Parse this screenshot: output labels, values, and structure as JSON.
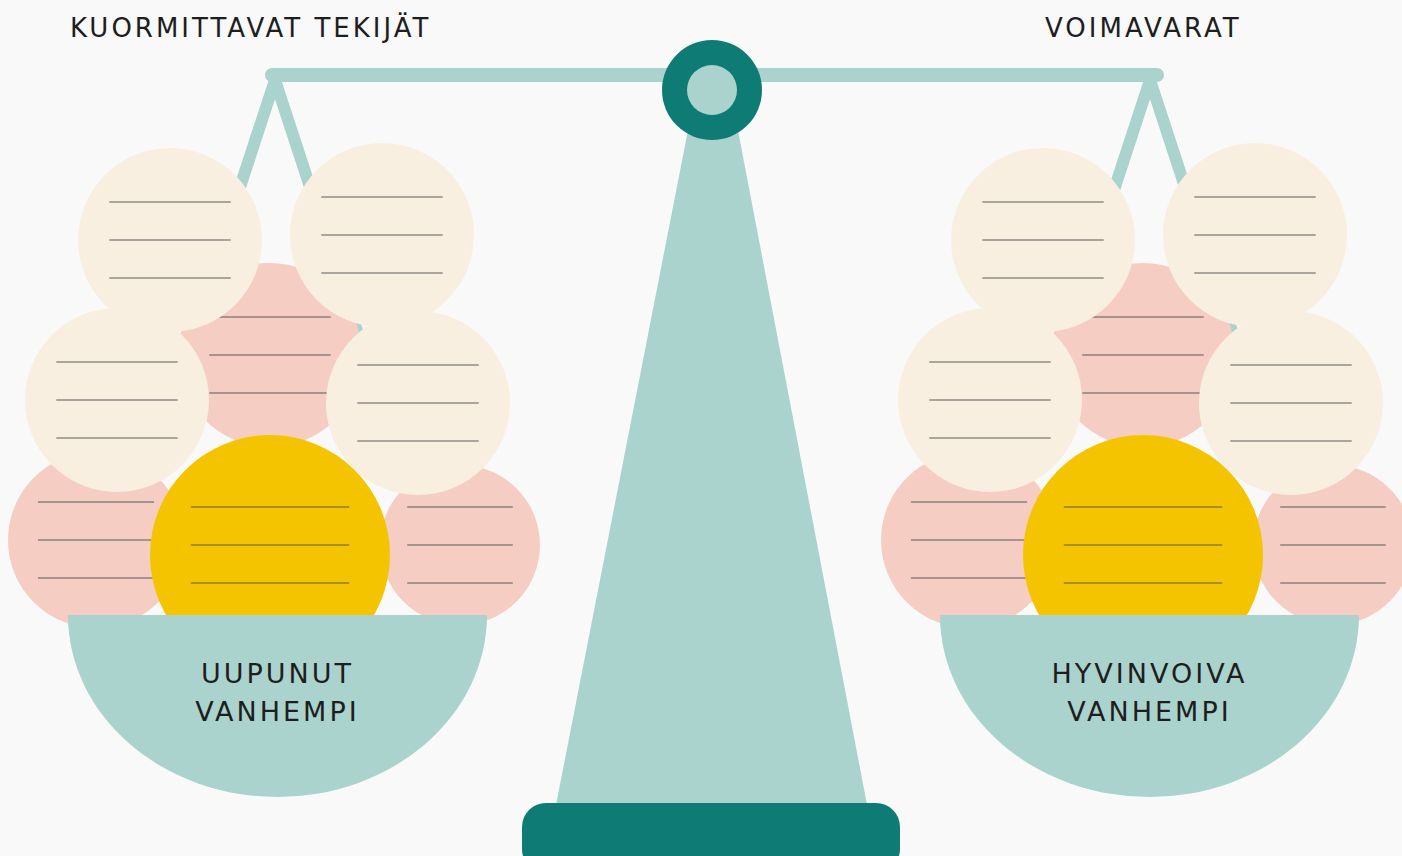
{
  "diagram": {
    "nodes": [
      {
        "text": [
          "UUPUNUT VANHEMPI"
        ]
      },
      {
        "text": [
          "HYVINVOIVA VANHEMPI"
        ]
      }
    ],
    "labels": [
      "KUORMITTAVAT TEKIJÄT",
      "VOIMAVARAT"
    ]
  }
}
